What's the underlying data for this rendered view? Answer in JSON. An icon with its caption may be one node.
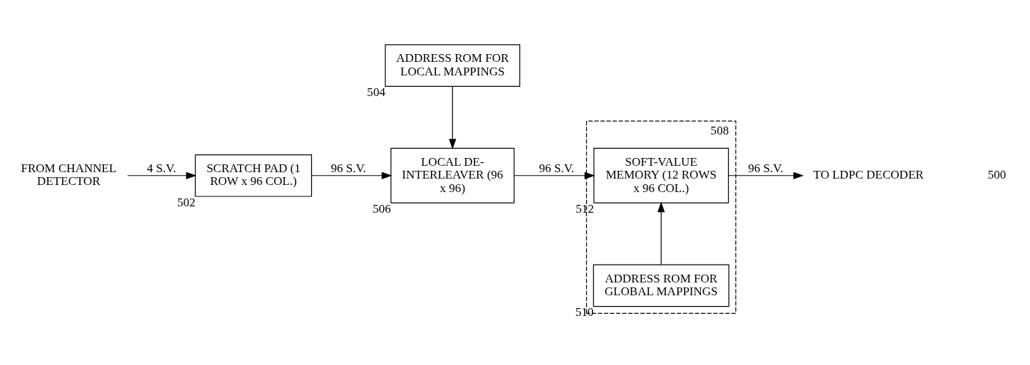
{
  "diagram": {
    "nodes": [
      {
        "text": [
          "FROM CHANNEL DETECTOR"
        ]
      },
      {
        "text": [
          "SCRATCH PAD (1 ROW x 96 COL.)"
        ],
        "beside": [
          "502"
        ]
      },
      {
        "text": [
          "ADDRESS ROM FOR LOCAL MAPPINGS"
        ],
        "beside": [
          "504"
        ]
      },
      {
        "text": [
          "LOCAL DE-INTERLEAVER (96 x 96)"
        ],
        "beside": [
          "506"
        ]
      },
      {
        "text": [],
        "shape": "box",
        "beside": [
          "508"
        ]
      },
      {
        "text": [
          "ADDRESS ROM FOR GLOBAL MAPPINGS"
        ],
        "in": 4,
        "beside": [
          "510"
        ]
      },
      {
        "text": [
          "SOFT-VALUE MEMORY (12 ROWS x 96 COL.)"
        ],
        "in": 4,
        "beside": [
          "512"
        ]
      },
      {
        "text": [
          "TO LDPC DECODER"
        ]
      }
    ],
    "edges": [
      {
        "from": 0,
        "to": 1,
        "arrow": "to",
        "label": "4 S.V."
      },
      {
        "from": 1,
        "to": 3,
        "arrow": "to",
        "label": "96 S.V."
      },
      {
        "from": 2,
        "to": 3,
        "arrow": "to"
      },
      {
        "from": 3,
        "to": 6,
        "arrow": "to",
        "label": "96 S.V."
      },
      {
        "from": 5,
        "to": 6,
        "arrow": "to"
      },
      {
        "from": 6,
        "to": 7,
        "arrow": "to",
        "label": "96 S.V."
      }
    ],
    "labels": [
      "500"
    ]
  }
}
